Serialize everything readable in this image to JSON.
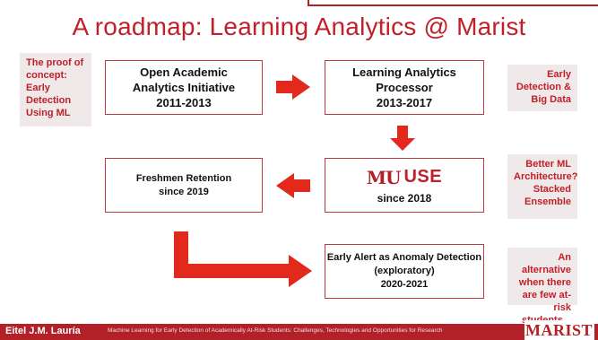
{
  "slide": {
    "title": "A roadmap: Learning Analytics @ Marist",
    "boxes": {
      "oaai": {
        "line1": "Open Academic",
        "line2": "Analytics Initiative",
        "line3": "2011-2013"
      },
      "lap": {
        "line1": "Learning Analytics",
        "line2": "Processor",
        "line3": "2013-2017"
      },
      "freshmen": {
        "line1": "Freshmen Retention",
        "line2": "since 2019"
      },
      "muse": {
        "logo_glyph": "MU",
        "logo_text": "USE",
        "since": "since 2018"
      },
      "early_alert": {
        "line1": "Early Alert as  Anomaly Detection",
        "line2": "(exploratory)",
        "line3": "2020-2021"
      }
    },
    "notes": {
      "proof": [
        "The proof of",
        "concept:",
        "Early",
        "Detection",
        "Using ML"
      ],
      "bigdata": [
        "Early",
        "Detection  &",
        "Big Data"
      ],
      "better_ml": [
        "Better ML",
        "Architecture?",
        "Stacked",
        "Ensemble"
      ],
      "alternative": [
        "An alternative",
        "when there",
        "are few at-risk",
        "students .."
      ]
    },
    "footer": {
      "author": "Eitel J.M. Lauría",
      "caption": "Machine Learning for Early Detection of Academically At-Risk Students: Challenges, Technologies and Opportunities for Research",
      "logo": "MARIST"
    },
    "colors": {
      "accent": "#c0202a",
      "footer_bg": "#b22028",
      "note_bg": "#efe9e9"
    }
  }
}
